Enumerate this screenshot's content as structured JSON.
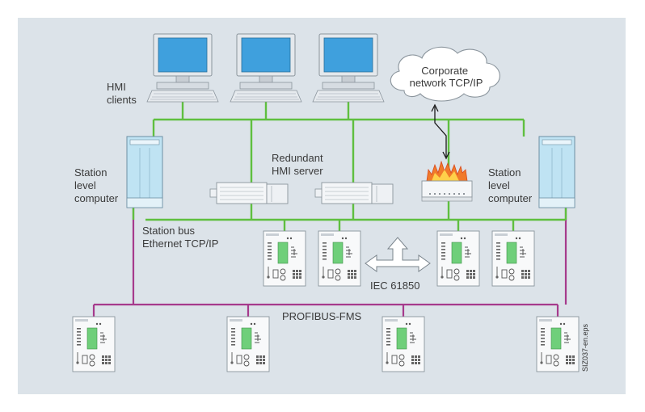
{
  "labels": {
    "hmi_clients": [
      "HMI",
      "clients"
    ],
    "cloud": [
      "Corporate",
      "network TCP/IP"
    ],
    "redundant_server": [
      "Redundant",
      "HMI server"
    ],
    "station_left": [
      "Station",
      "level",
      "computer"
    ],
    "station_right": [
      "Station",
      "level",
      "computer"
    ],
    "station_bus": [
      "Station bus",
      "Ethernet TCP/IP"
    ],
    "iec": "IEC 61850",
    "profibus": "PROFIBUS-FMS",
    "figure_id": "SIZ037-en.eps"
  },
  "colors": {
    "background": "#dce3e9",
    "ethernet": "#5fbf3f",
    "profibus": "#a63a8c",
    "screen": "#3fa0dd",
    "device_display": "#6fcf7a"
  },
  "icons": {
    "hmi_client": "desktop-computer",
    "server": "rack-server",
    "firewall": "firewall",
    "station_computer": "tower-computer",
    "relay": "protection-relay",
    "link": "lightning-link",
    "arrow": "three-way-arrow"
  }
}
